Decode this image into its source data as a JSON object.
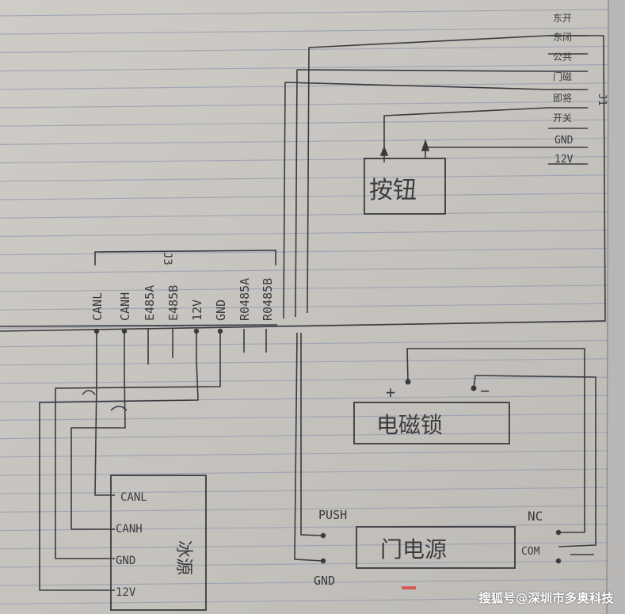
{
  "diagram": {
    "connector_right": {
      "pins": [
        "东开",
        "东闭",
        "公共",
        "门磁",
        "即将",
        "开关",
        "GND",
        "12V"
      ],
      "side_label": "J1"
    },
    "connector_j3": {
      "ref": "J3",
      "pins": [
        "CANL",
        "CANH",
        "E485A",
        "E485B",
        "12V",
        "GND",
        "R0485A",
        "R0485B"
      ]
    },
    "button_box": "按钮",
    "maglock_box": "电磁锁",
    "maglock_plus": "+",
    "maglock_minus": "−",
    "door_power_box": "门电源",
    "door_power_labels": {
      "push": "PUSH",
      "nc": "NC",
      "com": "COM",
      "gnd": "GND"
    },
    "module_pins": [
      "CANL",
      "CANH",
      "GND",
      "12V"
    ],
    "module_side_text": "冰源"
  },
  "watermark": "搜狐号@深圳市多奥科技"
}
